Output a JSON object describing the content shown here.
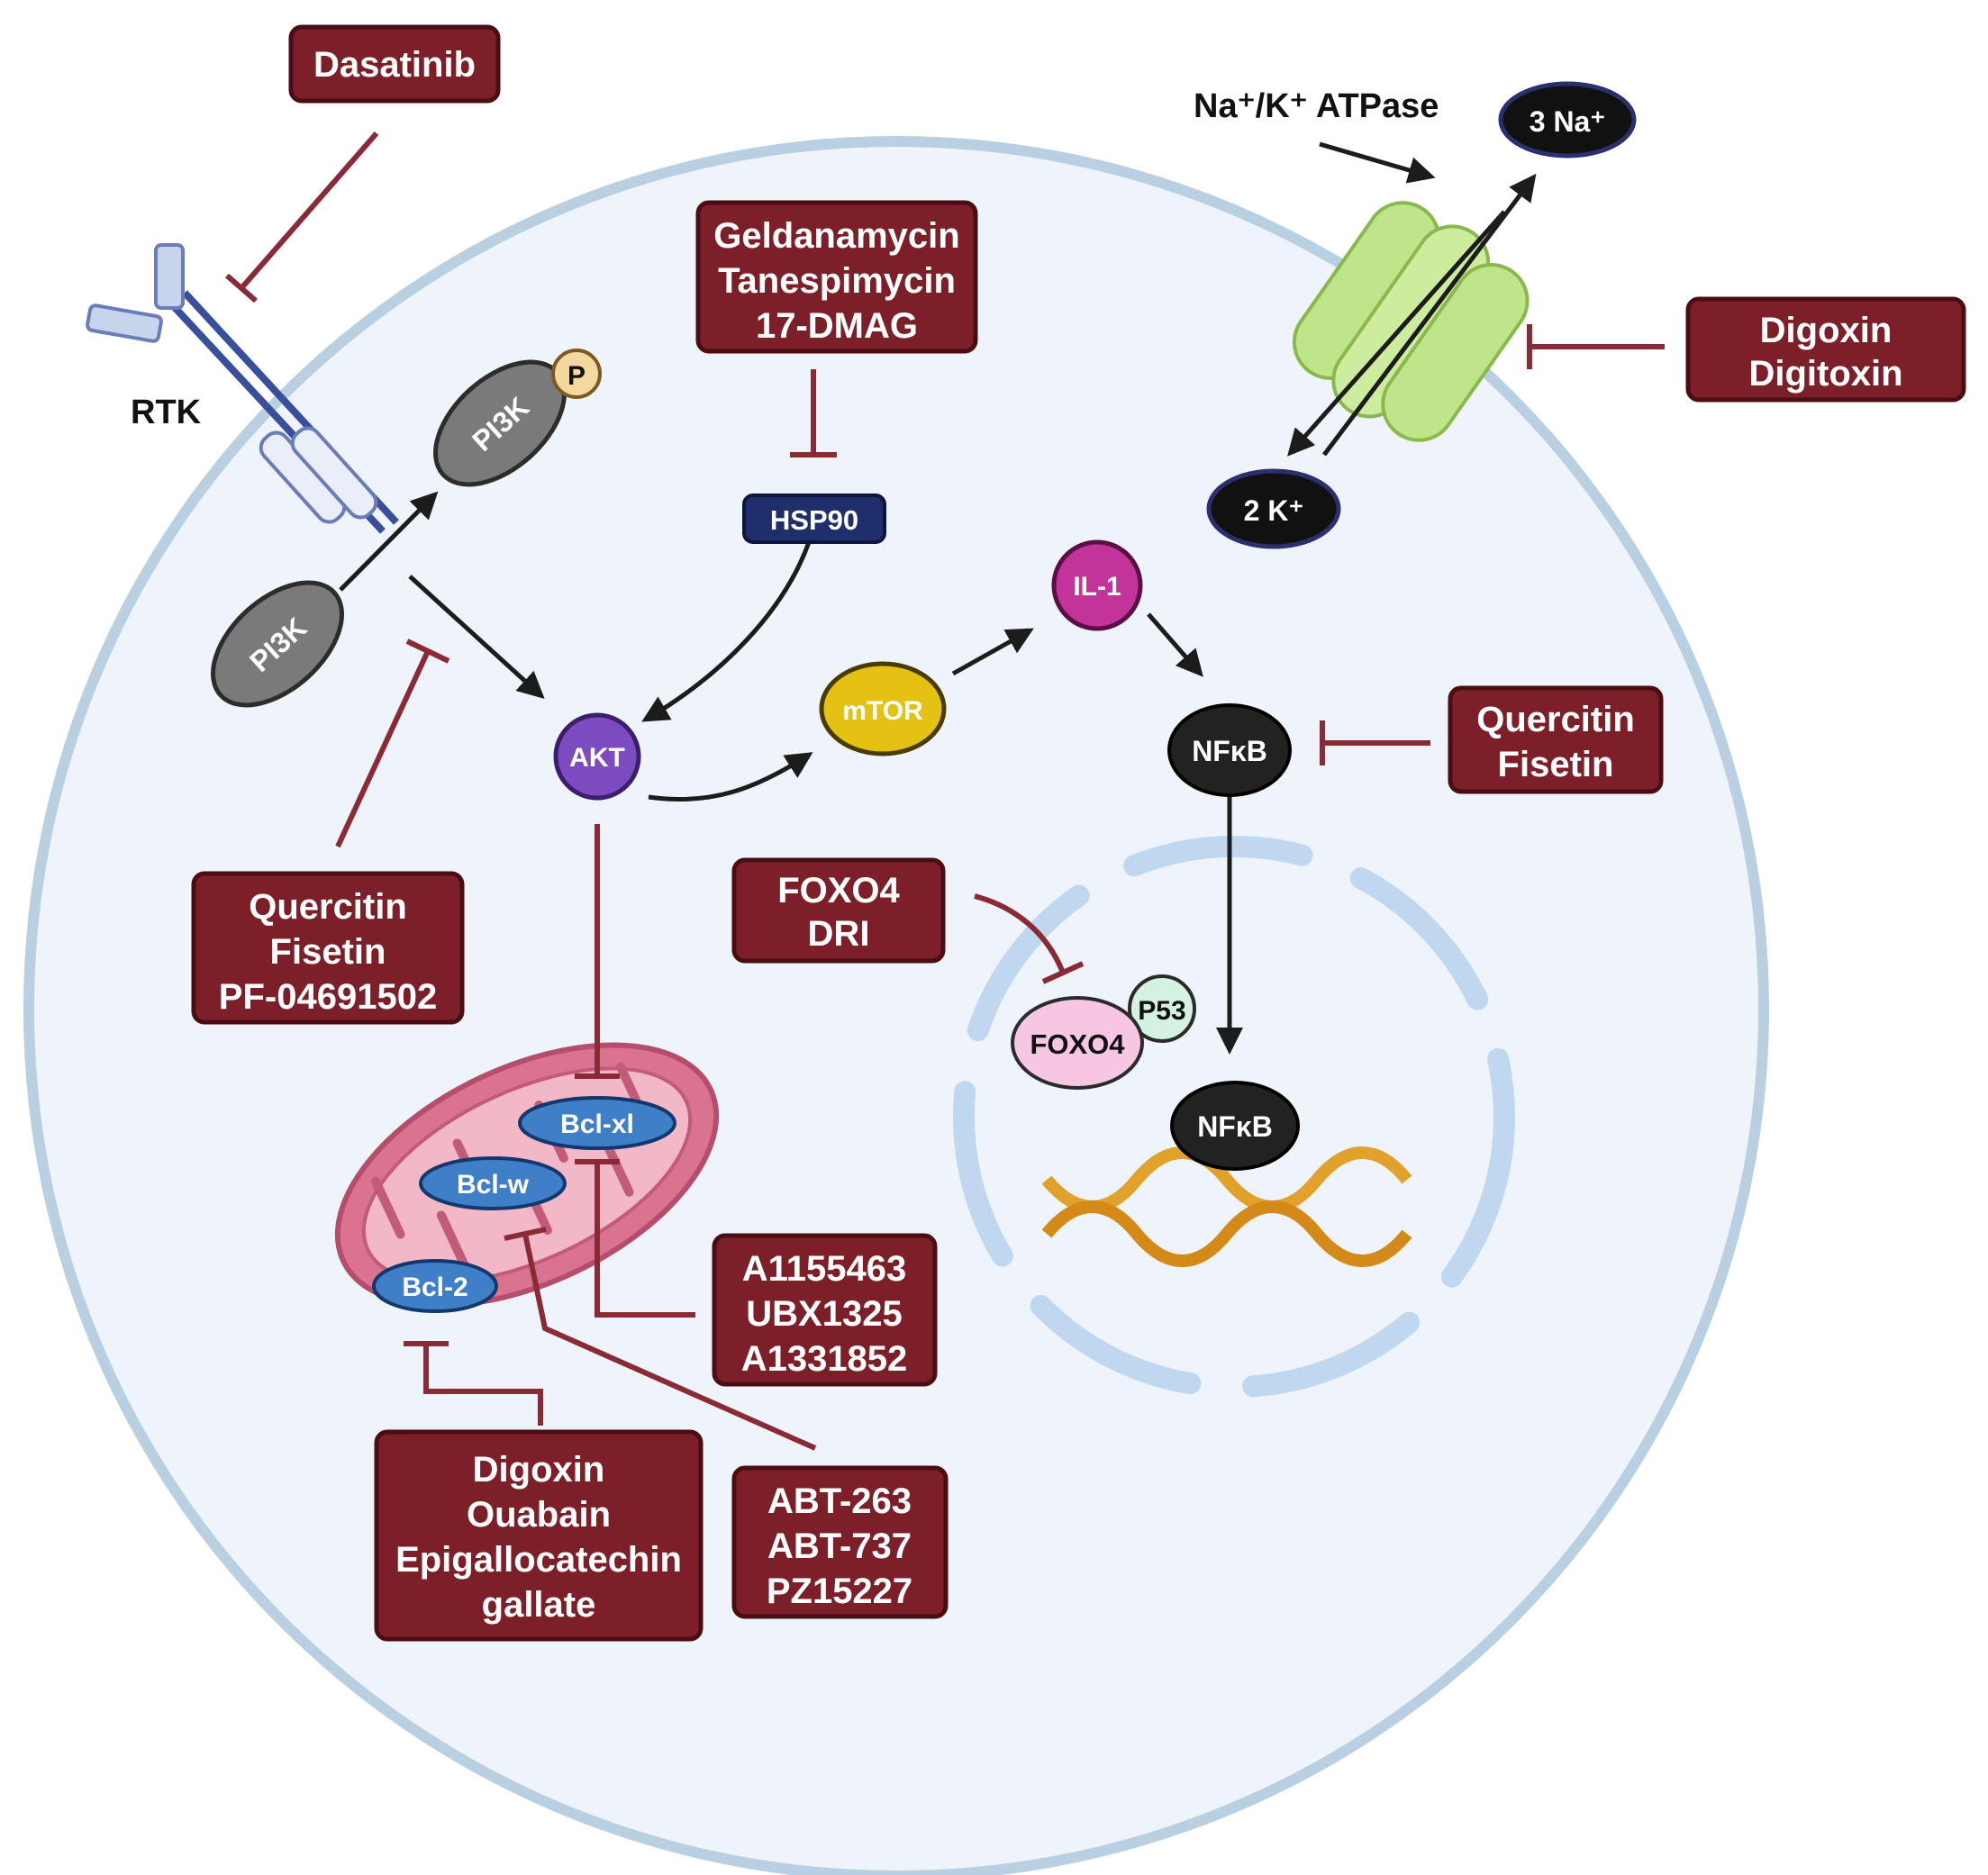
{
  "colors": {
    "drug_box": "#7d1f28",
    "inhibitor_line": "#8a2a36",
    "cell_fill": "#eef4fa",
    "cell_border": "#b9cfe2",
    "pi3k": "#7a7a7a",
    "akt": "#7d4bc0",
    "mtor": "#e3c214",
    "il1": "#c2349a",
    "nfkb": "#222222",
    "hsp90": "#1f2f6b",
    "bcl": "#3f7fc8",
    "mito": "#d9738f",
    "pump": "#bfe58a",
    "foxo4": "#f6c6e2",
    "p53": "#d4f1e1"
  },
  "labels": {
    "rtk": "RTK",
    "pump": "Na⁺/K⁺ ATPase",
    "na": "3 Na⁺",
    "k": "2 K⁺",
    "pi3k_top": "PI3K",
    "pi3k_bottom": "PI3K",
    "phospho": "P",
    "hsp90": "HSP90",
    "akt": "AKT",
    "mtor": "mTOR",
    "il1": "IL-1",
    "nfkb_cyto": "NFκB",
    "nfkb_nuc": "NFκB",
    "foxo4": "FOXO4",
    "p53": "P53",
    "bclxl": "Bcl-xl",
    "bclw": "Bcl-w",
    "bcl2": "Bcl-2"
  },
  "drugs": {
    "dasatinib": [
      "Dasatinib"
    ],
    "hsp90_inhibitors": [
      "Geldanamycin",
      "Tanespimycin",
      "17-DMAG"
    ],
    "digoxin_digitoxin": [
      "Digoxin",
      "Digitoxin"
    ],
    "quercitin_nfkb": [
      "Quercitin",
      "Fisetin"
    ],
    "quercitin_pi3k": [
      "Quercitin",
      "Fisetin",
      "PF-04691502"
    ],
    "foxo4_dri": [
      "FOXO4",
      "DRI"
    ],
    "bclxl_inhibitors": [
      "A1155463",
      "UBX1325",
      "A1331852"
    ],
    "bcl2_inhibitors": [
      "Digoxin",
      "Ouabain",
      "Epigallocatechin",
      "gallate"
    ],
    "abt": [
      "ABT-263",
      "ABT-737",
      "PZ15227"
    ]
  }
}
